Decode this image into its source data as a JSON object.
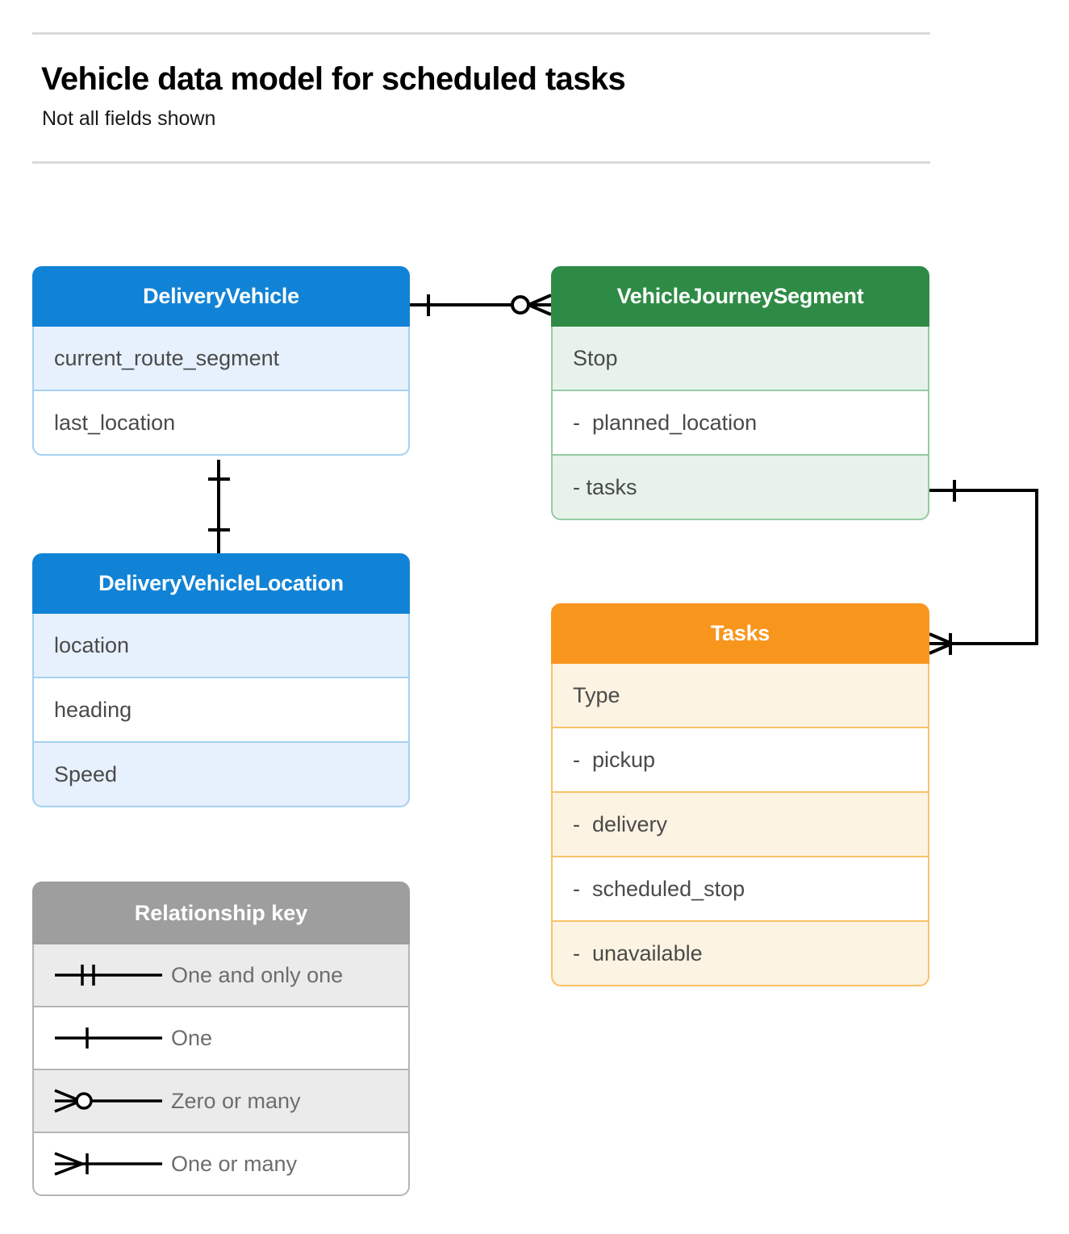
{
  "header": {
    "title": "Vehicle data model for scheduled tasks",
    "subtitle": "Not all fields shown"
  },
  "entities": [
    {
      "id": "delivery-vehicle",
      "name": "DeliveryVehicle",
      "color": "#1183d6",
      "rows": [
        "current_route_segment",
        "last_location"
      ]
    },
    {
      "id": "journey-segment",
      "name": "VehicleJourneySegment",
      "color": "#2e8b45",
      "rows": [
        "Stop",
        "-  planned_location",
        "- tasks"
      ]
    },
    {
      "id": "vehicle-location",
      "name": "DeliveryVehicleLocation",
      "color": "#1183d6",
      "rows": [
        "location",
        "heading",
        "Speed"
      ]
    },
    {
      "id": "tasks",
      "name": "Tasks",
      "color": "#f8951d",
      "rows": [
        "Type",
        "-  pickup",
        "-  delivery",
        "-  scheduled_stop",
        "-  unavailable"
      ]
    }
  ],
  "legend": {
    "title": "Relationship key",
    "rows": [
      {
        "symbol": "one-and-only-one",
        "label": "One and only one"
      },
      {
        "symbol": "one",
        "label": "One"
      },
      {
        "symbol": "zero-or-many",
        "label": "Zero or many"
      },
      {
        "symbol": "one-or-many",
        "label": "One or many"
      }
    ]
  },
  "relationships": [
    {
      "id": "vehicle-to-segment",
      "from": "DeliveryVehicle",
      "to": "VehicleJourneySegment",
      "from_cardinality": "one",
      "to_cardinality": "zero-or-many"
    },
    {
      "id": "vehicle-to-location",
      "from": "DeliveryVehicle",
      "to": "DeliveryVehicleLocation",
      "from_cardinality": "one",
      "to_cardinality": "one"
    },
    {
      "id": "segment-tasks-to-tasks",
      "from": "VehicleJourneySegment",
      "to": "Tasks",
      "from_cardinality": "one",
      "to_cardinality": "one-or-many"
    }
  ],
  "colors": {
    "blue": "#1183d6",
    "green": "#2e8b45",
    "orange": "#f8951d",
    "gray": "#9e9e9e",
    "line": "#000000"
  }
}
